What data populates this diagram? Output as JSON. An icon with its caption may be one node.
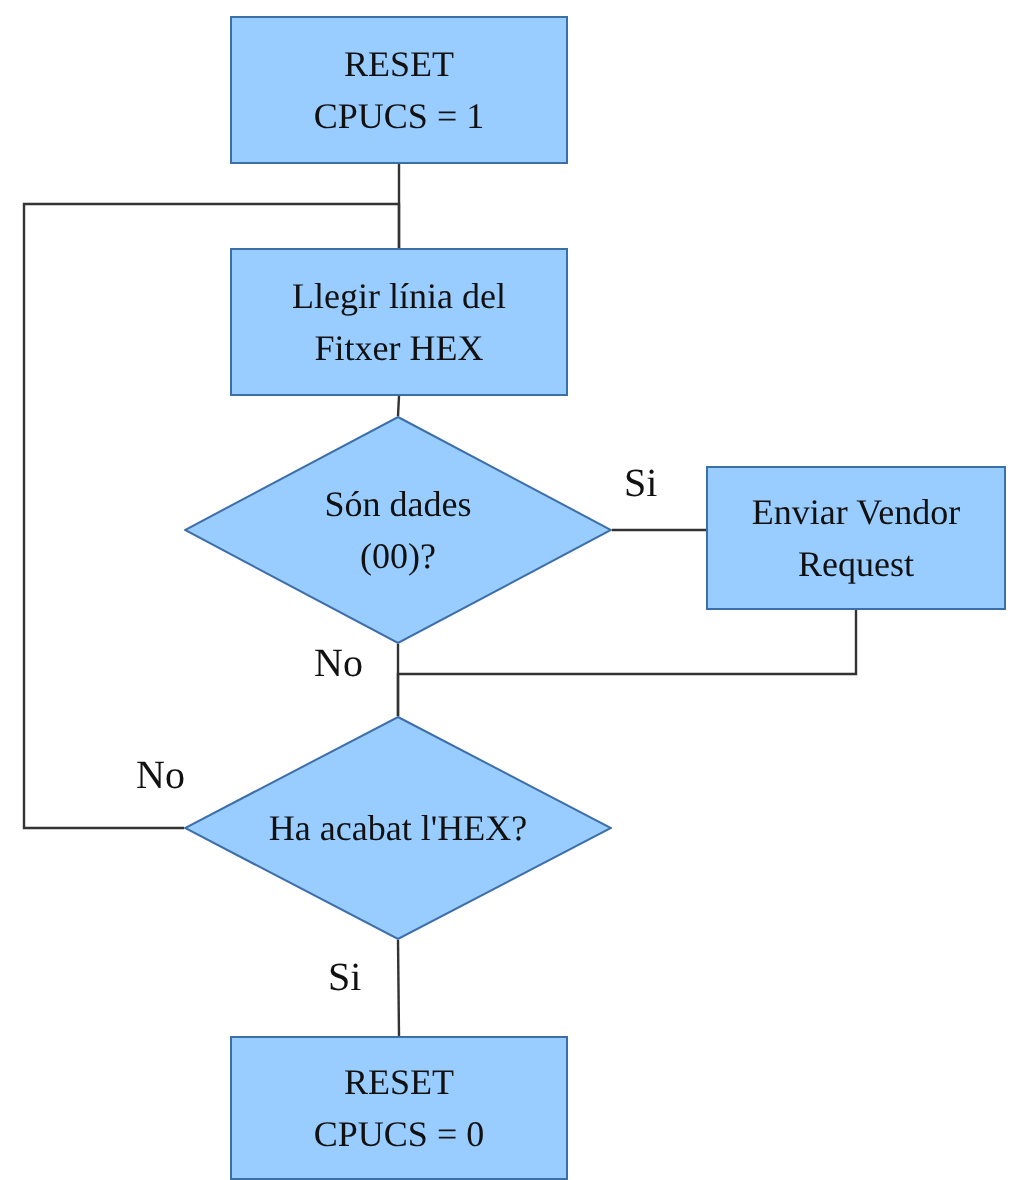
{
  "diagram": {
    "nodes": [
      {
        "text": [
          "RESET CPUCS = 1"
        ]
      },
      {
        "text": [
          "Llegir línia del Fitxer HEX"
        ]
      },
      {
        "text": [
          "Són dades (00)?"
        ]
      },
      {
        "text": [
          "Enviar Vendor Request"
        ]
      },
      {
        "text": [
          "Ha acabat l'HEX?"
        ]
      },
      {
        "text": [
          "RESET CPUCS = 0"
        ]
      }
    ],
    "edges": [
      {
        "from": 0,
        "to": 1,
        "arrow": "none"
      },
      {
        "from": 1,
        "to": 2,
        "arrow": "none"
      },
      {
        "from": 2,
        "to": 3,
        "arrow": "none",
        "label": "Si"
      },
      {
        "from": 3,
        "to": 4,
        "arrow": "none"
      },
      {
        "from": 2,
        "to": 4,
        "arrow": "none",
        "label": "No"
      },
      {
        "from": 4,
        "to": 1,
        "arrow": "none",
        "label": "No"
      },
      {
        "from": 4,
        "to": 5,
        "arrow": "none",
        "label": "Si"
      }
    ]
  }
}
